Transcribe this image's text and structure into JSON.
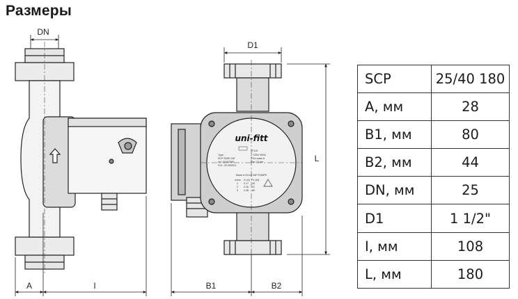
{
  "title": "Размеры",
  "drawing": {
    "dim_labels": {
      "dn": "DN",
      "d1": "D1",
      "a": "A",
      "i": "I",
      "b1": "B1",
      "b2": "B2",
      "l": "L"
    },
    "nameplate": {
      "brand": "uni-fitt",
      "type_label": "Type:",
      "model": "SCP 25/80 130",
      "art": "Art: 510G2560",
      "sn": "S.N.: 20-000001",
      "tf": "TF110",
      "voltage": "1~230V 50Hz",
      "ip": "IP44 class H",
      "max_temp": "Max 70 bar",
      "made_in": "Made in EU by IMP PUMPS",
      "speed_header": [
        "n/min",
        "I1 (A)",
        "P1 (W)"
      ],
      "speeds": [
        [
          "1",
          "0.17",
          "40"
        ],
        [
          "2",
          "0.26",
          "57"
        ],
        [
          "3",
          "0.38",
          "80"
        ]
      ]
    }
  },
  "table": {
    "rows": [
      {
        "param": "SCP",
        "value": "25/40 180"
      },
      {
        "param": "A, мм",
        "value": "28"
      },
      {
        "param": "B1, мм",
        "value": "80"
      },
      {
        "param": "B2, мм",
        "value": "44"
      },
      {
        "param": "DN, мм",
        "value": "25"
      },
      {
        "param": "D1",
        "value": "1 1/2\""
      },
      {
        "param": "I, мм",
        "value": "108"
      },
      {
        "param": "L, мм",
        "value": "180"
      }
    ]
  }
}
